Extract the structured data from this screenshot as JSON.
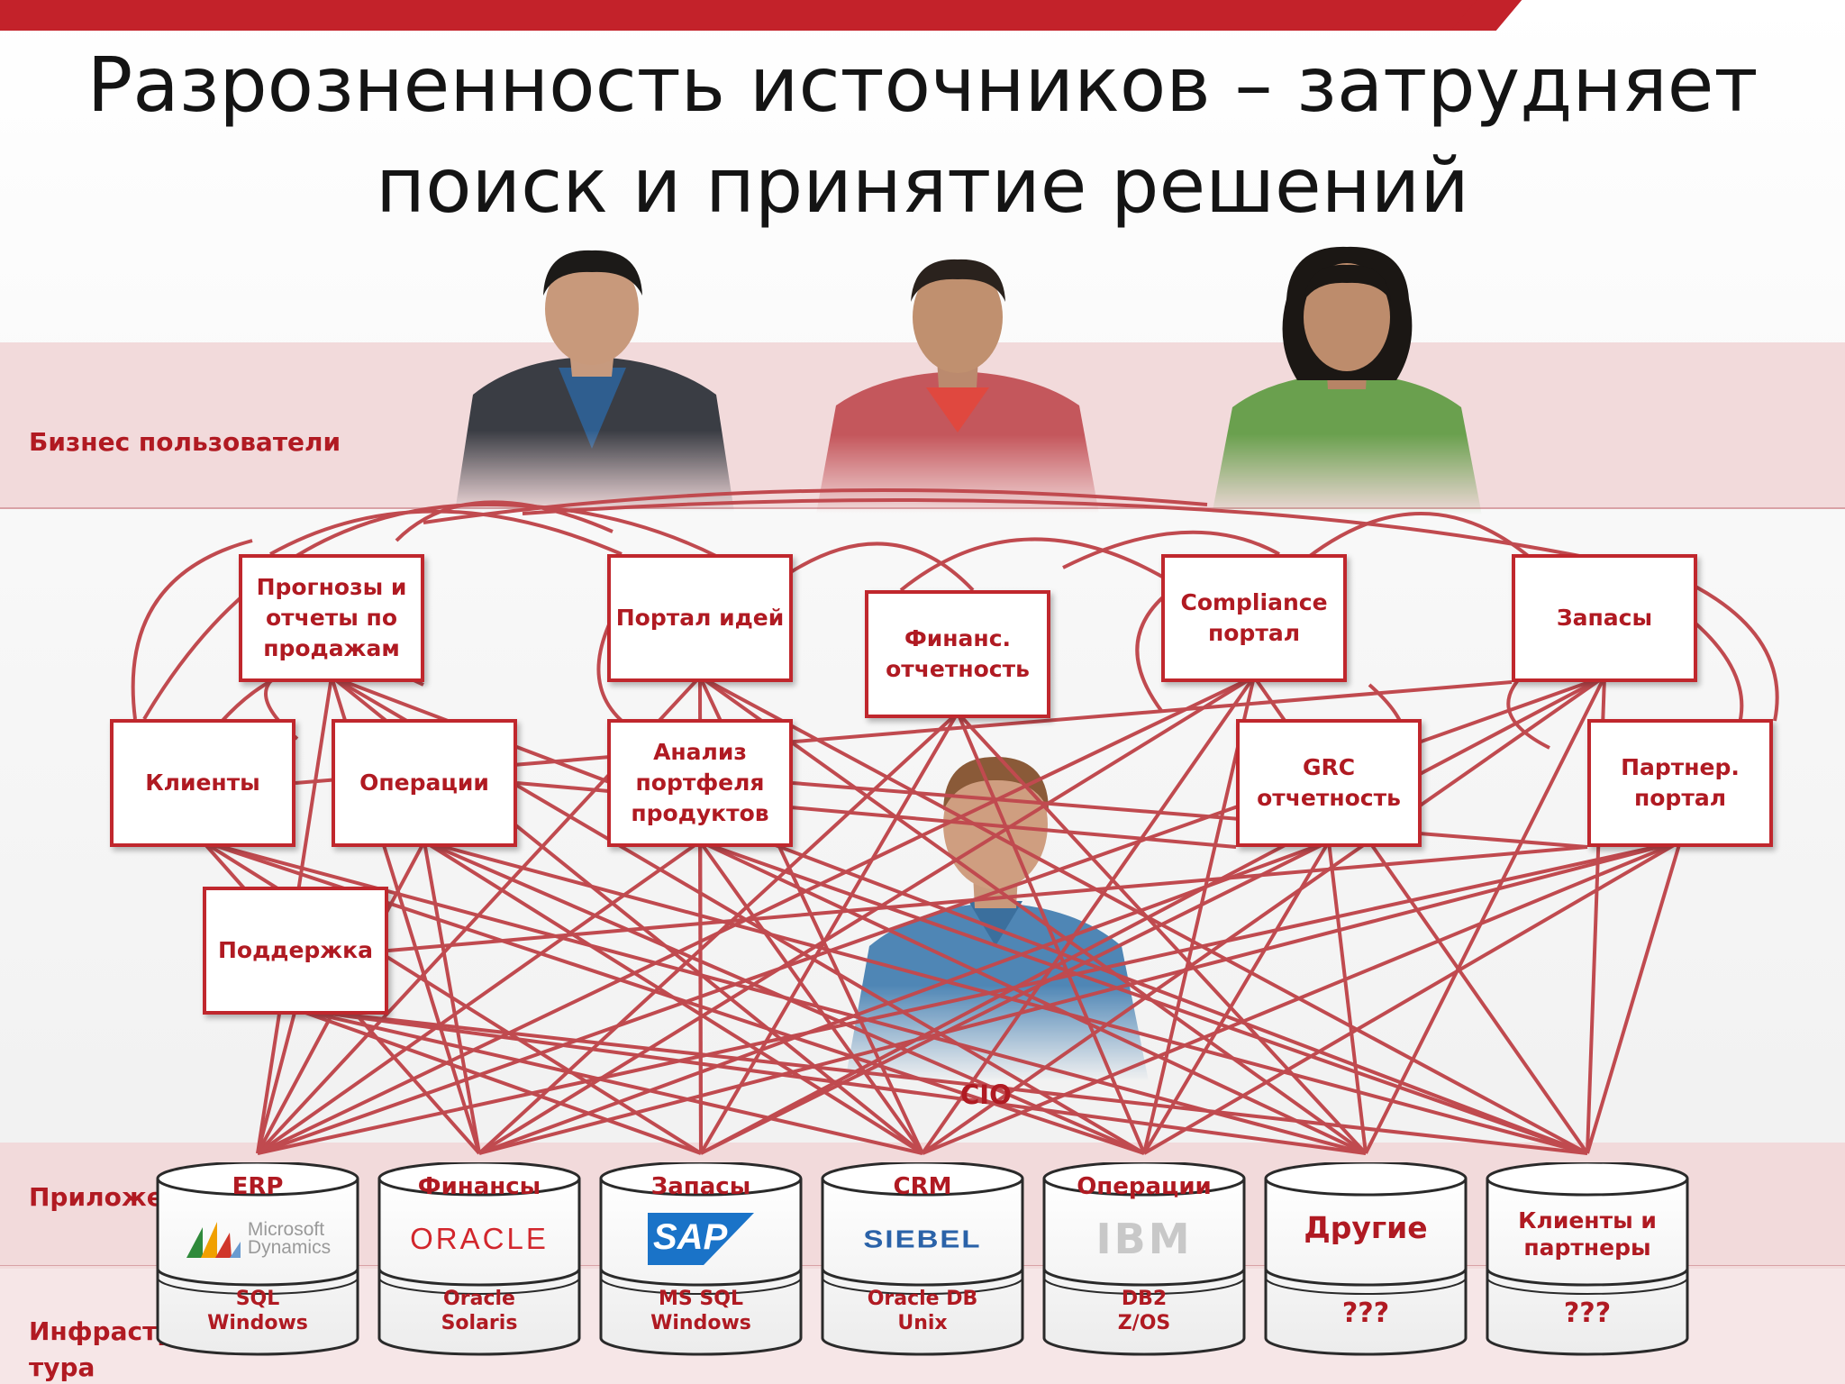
{
  "slide": {
    "title_line1": "Разрозненность источников – затрудняет",
    "title_line2": "поиск и принятие решений"
  },
  "rows": {
    "business_users": "Бизнес пользователи",
    "applications": "Приложения",
    "infrastructure_line1": "Инфраструк-",
    "infrastructure_line2": "тура"
  },
  "boxes": [
    {
      "id": "forecasts",
      "label": "Прогнозы и\nотчеты по\nпродажам"
    },
    {
      "id": "ideas",
      "label": "Портал идей"
    },
    {
      "id": "finance",
      "label": "Финанс.\nотчетность"
    },
    {
      "id": "compliance",
      "label": "Compliance\nпортал"
    },
    {
      "id": "stocks",
      "label": "Запасы"
    },
    {
      "id": "clients",
      "label": "Клиенты"
    },
    {
      "id": "operations",
      "label": "Операции"
    },
    {
      "id": "portfolio",
      "label": "Анализ\nпортфеля\nпродуктов"
    },
    {
      "id": "grc",
      "label": "GRC\nотчетность"
    },
    {
      "id": "partner",
      "label": "Партнер.\nпортал"
    },
    {
      "id": "support",
      "label": "Поддержка"
    }
  ],
  "cio_label": "CIO",
  "databases": [
    {
      "app": "ERP",
      "logo": "Microsoft Dynamics",
      "logo_line1": "Microsoft",
      "logo_line2": "Dynamics",
      "infra": "SQL\nWindows"
    },
    {
      "app": "Финансы",
      "logo": "ORACLE",
      "infra": "Oracle\nSolaris"
    },
    {
      "app": "Запасы",
      "logo": "SAP",
      "infra": "MS SQL\nWindows"
    },
    {
      "app": "CRM",
      "logo": "SIEBEL",
      "infra": "Oracle DB\nUnix"
    },
    {
      "app": "Операции",
      "logo": "IBM",
      "infra": "DB2\nZ/OS"
    },
    {
      "app": "",
      "big_label": "Другие",
      "infra": "???"
    },
    {
      "app": "",
      "big_label": "Клиенты и\nпартнеры",
      "infra": "???"
    }
  ],
  "colors": {
    "accent": "#c3222a",
    "line": "#c04a4f",
    "text_red": "#b01a22",
    "band": "#f2dadb"
  }
}
